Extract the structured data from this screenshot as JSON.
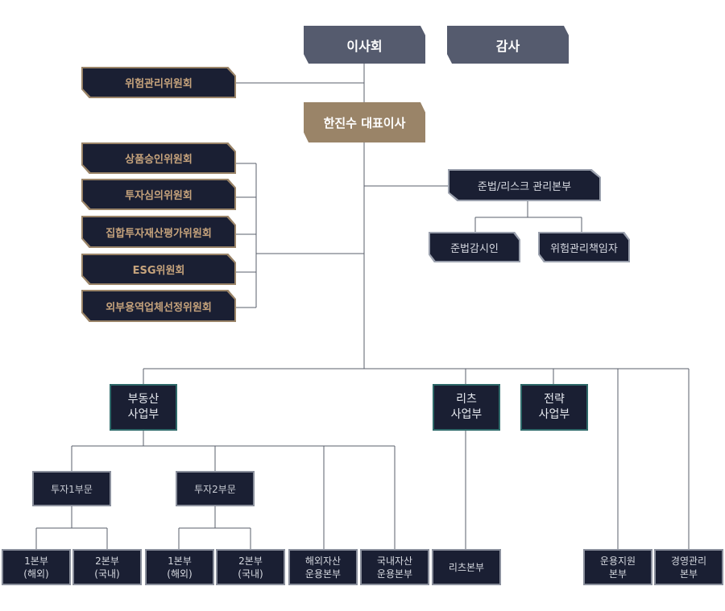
{
  "board": {
    "label": "이사회"
  },
  "audit": {
    "label": "감사"
  },
  "ceo": {
    "label": "한진수 대표이사"
  },
  "risk_committee": {
    "label": "위험관리위원회"
  },
  "committees": [
    {
      "label": "상품승인위원회"
    },
    {
      "label": "투자심의위원회"
    },
    {
      "label": "집합투자재산평가위원회"
    },
    {
      "label": "ESG위원회"
    },
    {
      "label": "외부용역업체선정위원회"
    }
  ],
  "compliance": {
    "label": "준법/리스크 관리본부",
    "officers": [
      {
        "label": "준법감시인"
      },
      {
        "label": "위험관리책임자"
      }
    ]
  },
  "business": {
    "real_estate": {
      "line1": "부동산",
      "line2": "사업부"
    },
    "reits": {
      "line1": "리츠",
      "line2": "사업부"
    },
    "strategy": {
      "line1": "전략",
      "line2": "사업부"
    }
  },
  "sections": {
    "invest1": {
      "label": "투자1부문"
    },
    "invest2": {
      "label": "투자2부문"
    }
  },
  "departments": {
    "d1": {
      "line1": "1본부",
      "line2": "(해외)"
    },
    "d2": {
      "line1": "2본부",
      "line2": "(국내)"
    },
    "d3": {
      "line1": "1본부",
      "line2": "(해외)"
    },
    "d4": {
      "line1": "2본부",
      "line2": "(국내)"
    },
    "overseas": {
      "line1": "해외자산",
      "line2": "운용본부"
    },
    "domestic": {
      "line1": "국내자산",
      "line2": "운용본부"
    },
    "reits": {
      "line1": "리츠본부"
    },
    "ops": {
      "line1": "운용지원",
      "line2": "본부"
    },
    "mgmt": {
      "line1": "경영관리",
      "line2": "본부"
    }
  },
  "colors": {
    "board": "#555b6e",
    "ceo": "#9a8468",
    "committee_text": "#c6a37c",
    "box_fill": "#1a1f33",
    "business_border": "#2f6a6a",
    "line": "#5a5f6b"
  }
}
